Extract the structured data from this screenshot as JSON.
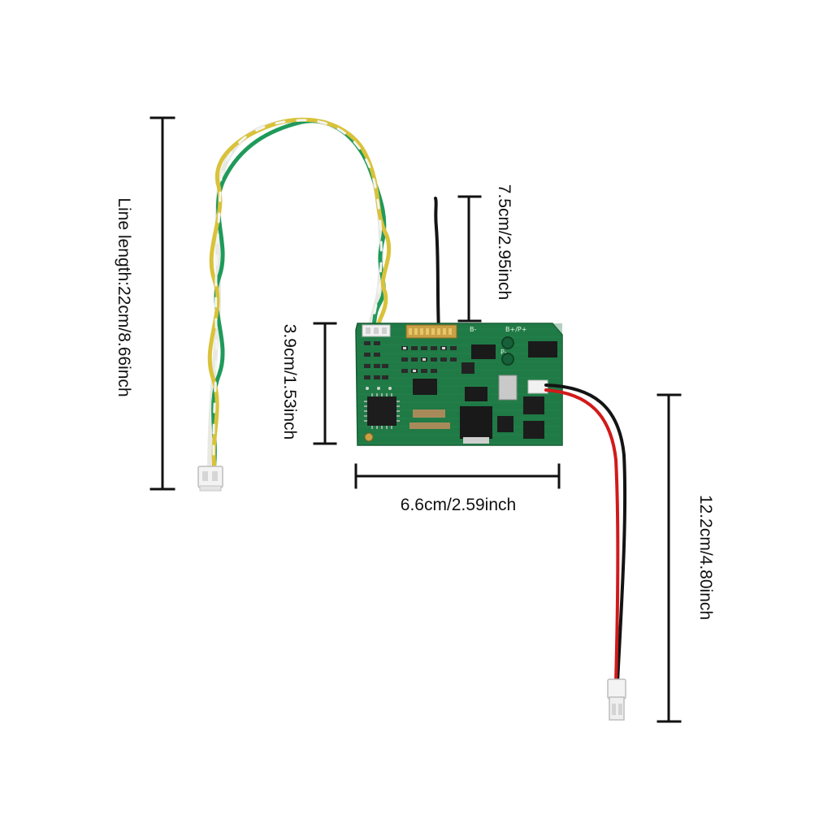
{
  "dimensions": {
    "line_length": "Line length:22cm/8.66inch",
    "antenna_length": "7.5cm/2.95inch",
    "board_height": "3.9cm/1.53inch",
    "board_width": "6.6cm/2.59inch",
    "power_lead_length": "12.2cm/4.80inch"
  },
  "board_markings": {
    "b_minus": "B-",
    "b_plus_p_plus": "B+/P+",
    "p_minus": "P-"
  },
  "colors": {
    "background": "#ffffff",
    "pcb": "#1f7a45",
    "pcb_dark": "#17613a",
    "wire_green": "#1f9a5a",
    "wire_yellow": "#d9c23a",
    "wire_white": "#f4f4f0",
    "wire_red": "#d11a1a",
    "wire_black": "#141414",
    "dimension_line": "#111111"
  }
}
